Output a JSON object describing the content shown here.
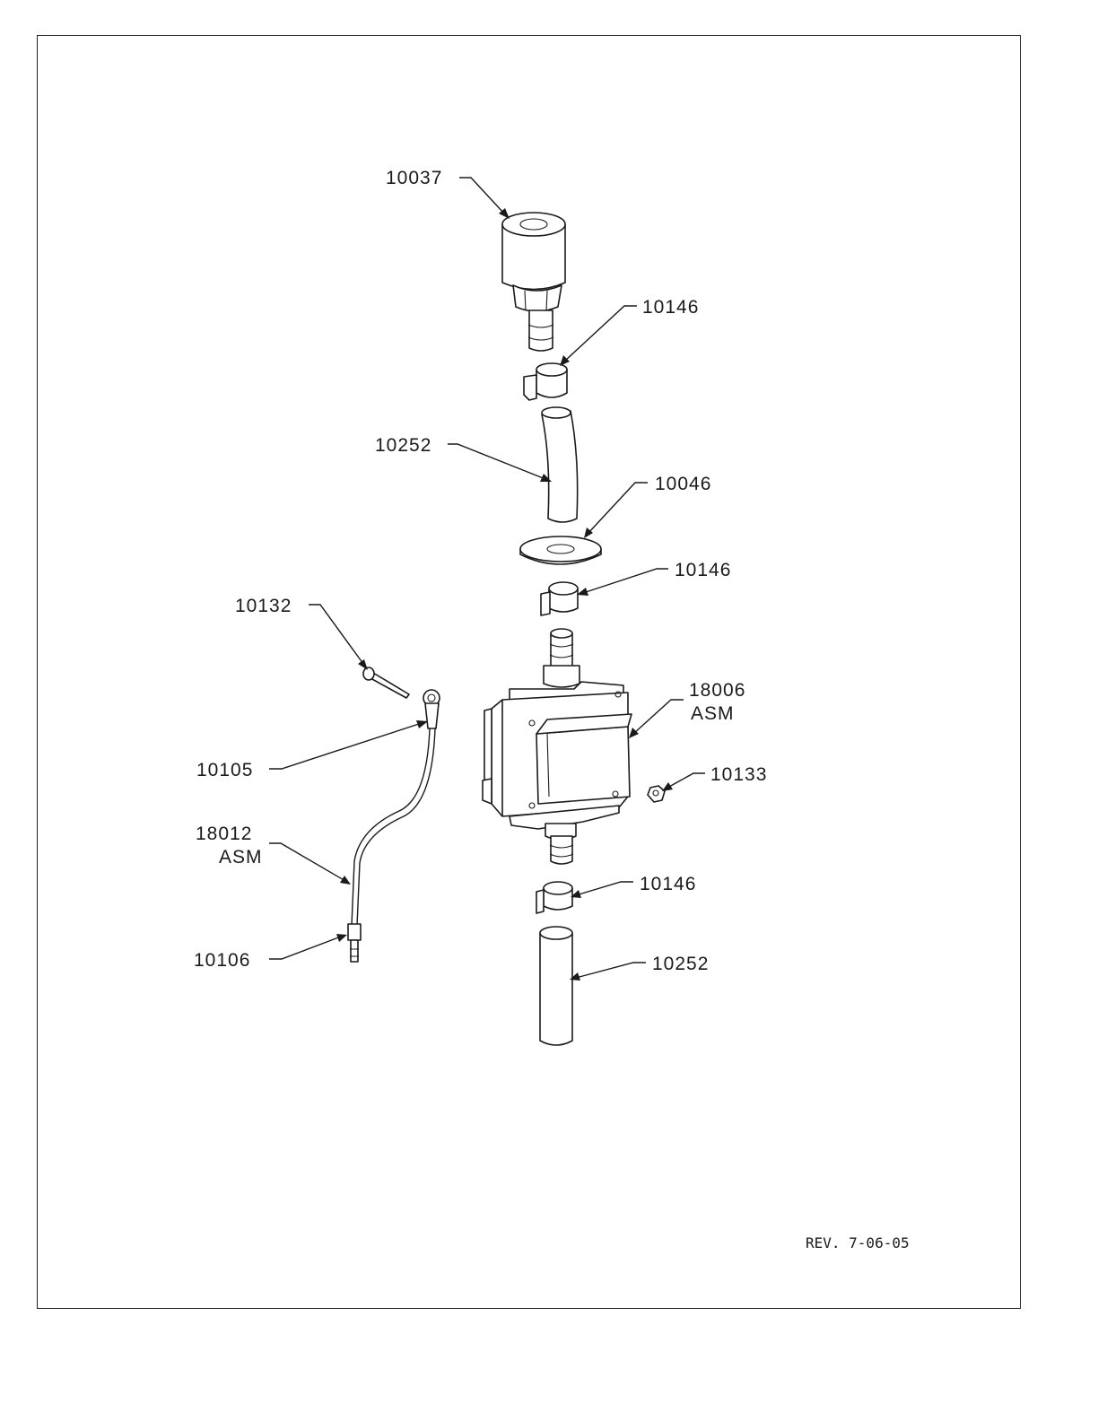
{
  "callouts": {
    "c10037": "10037",
    "c10146_a": "10146",
    "c10252_a": "10252",
    "c10046": "10046",
    "c10146_b": "10146",
    "c10132": "10132",
    "c18006_a": "18006",
    "c18006_b": "ASM",
    "c10105": "10105",
    "c10133": "10133",
    "c18012_a": "18012",
    "c18012_b": "ASM",
    "c10146_c": "10146",
    "c10106": "10106",
    "c10252_b": "10252"
  },
  "revision": "REV. 7-06-05"
}
